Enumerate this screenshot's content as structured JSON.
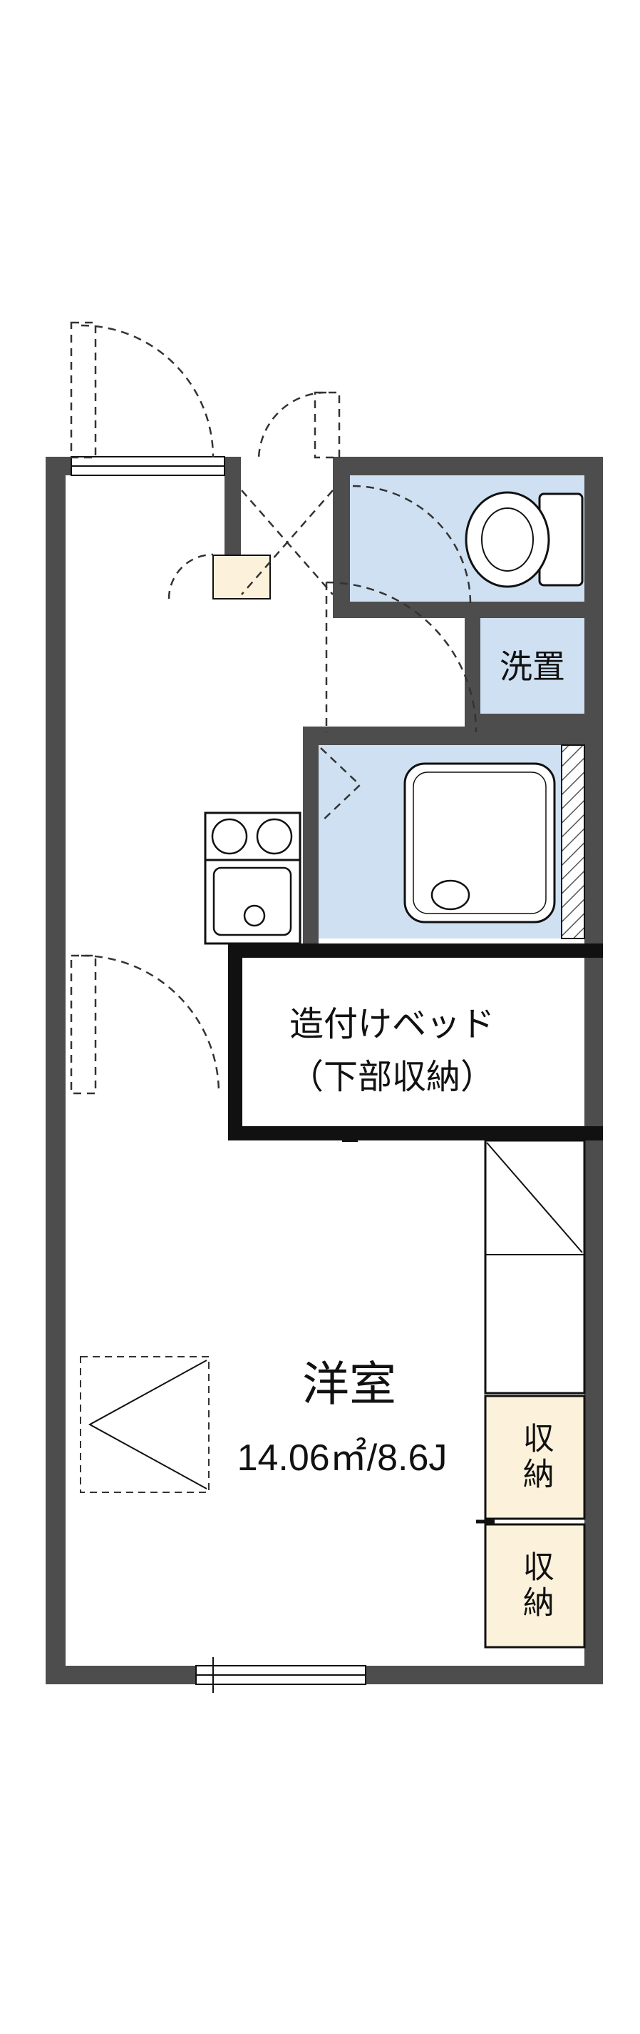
{
  "floorplan": {
    "rooms": {
      "washer_label": "洗置",
      "bed_label_line1": "造付けベッド",
      "bed_label_line2": "（下部収納）",
      "main_room_name": "洋室",
      "main_room_size": "14.06㎡/8.6J",
      "storage_top_label": "収納",
      "storage_bottom_label": "収納"
    },
    "colors": {
      "wall": "#4d4d4d",
      "outline": "#111111",
      "wet_area_fill": "#cfe0f2",
      "storage_fill": "#fcf2dc",
      "dash_line": "#333333",
      "background": "#ffffff"
    }
  }
}
